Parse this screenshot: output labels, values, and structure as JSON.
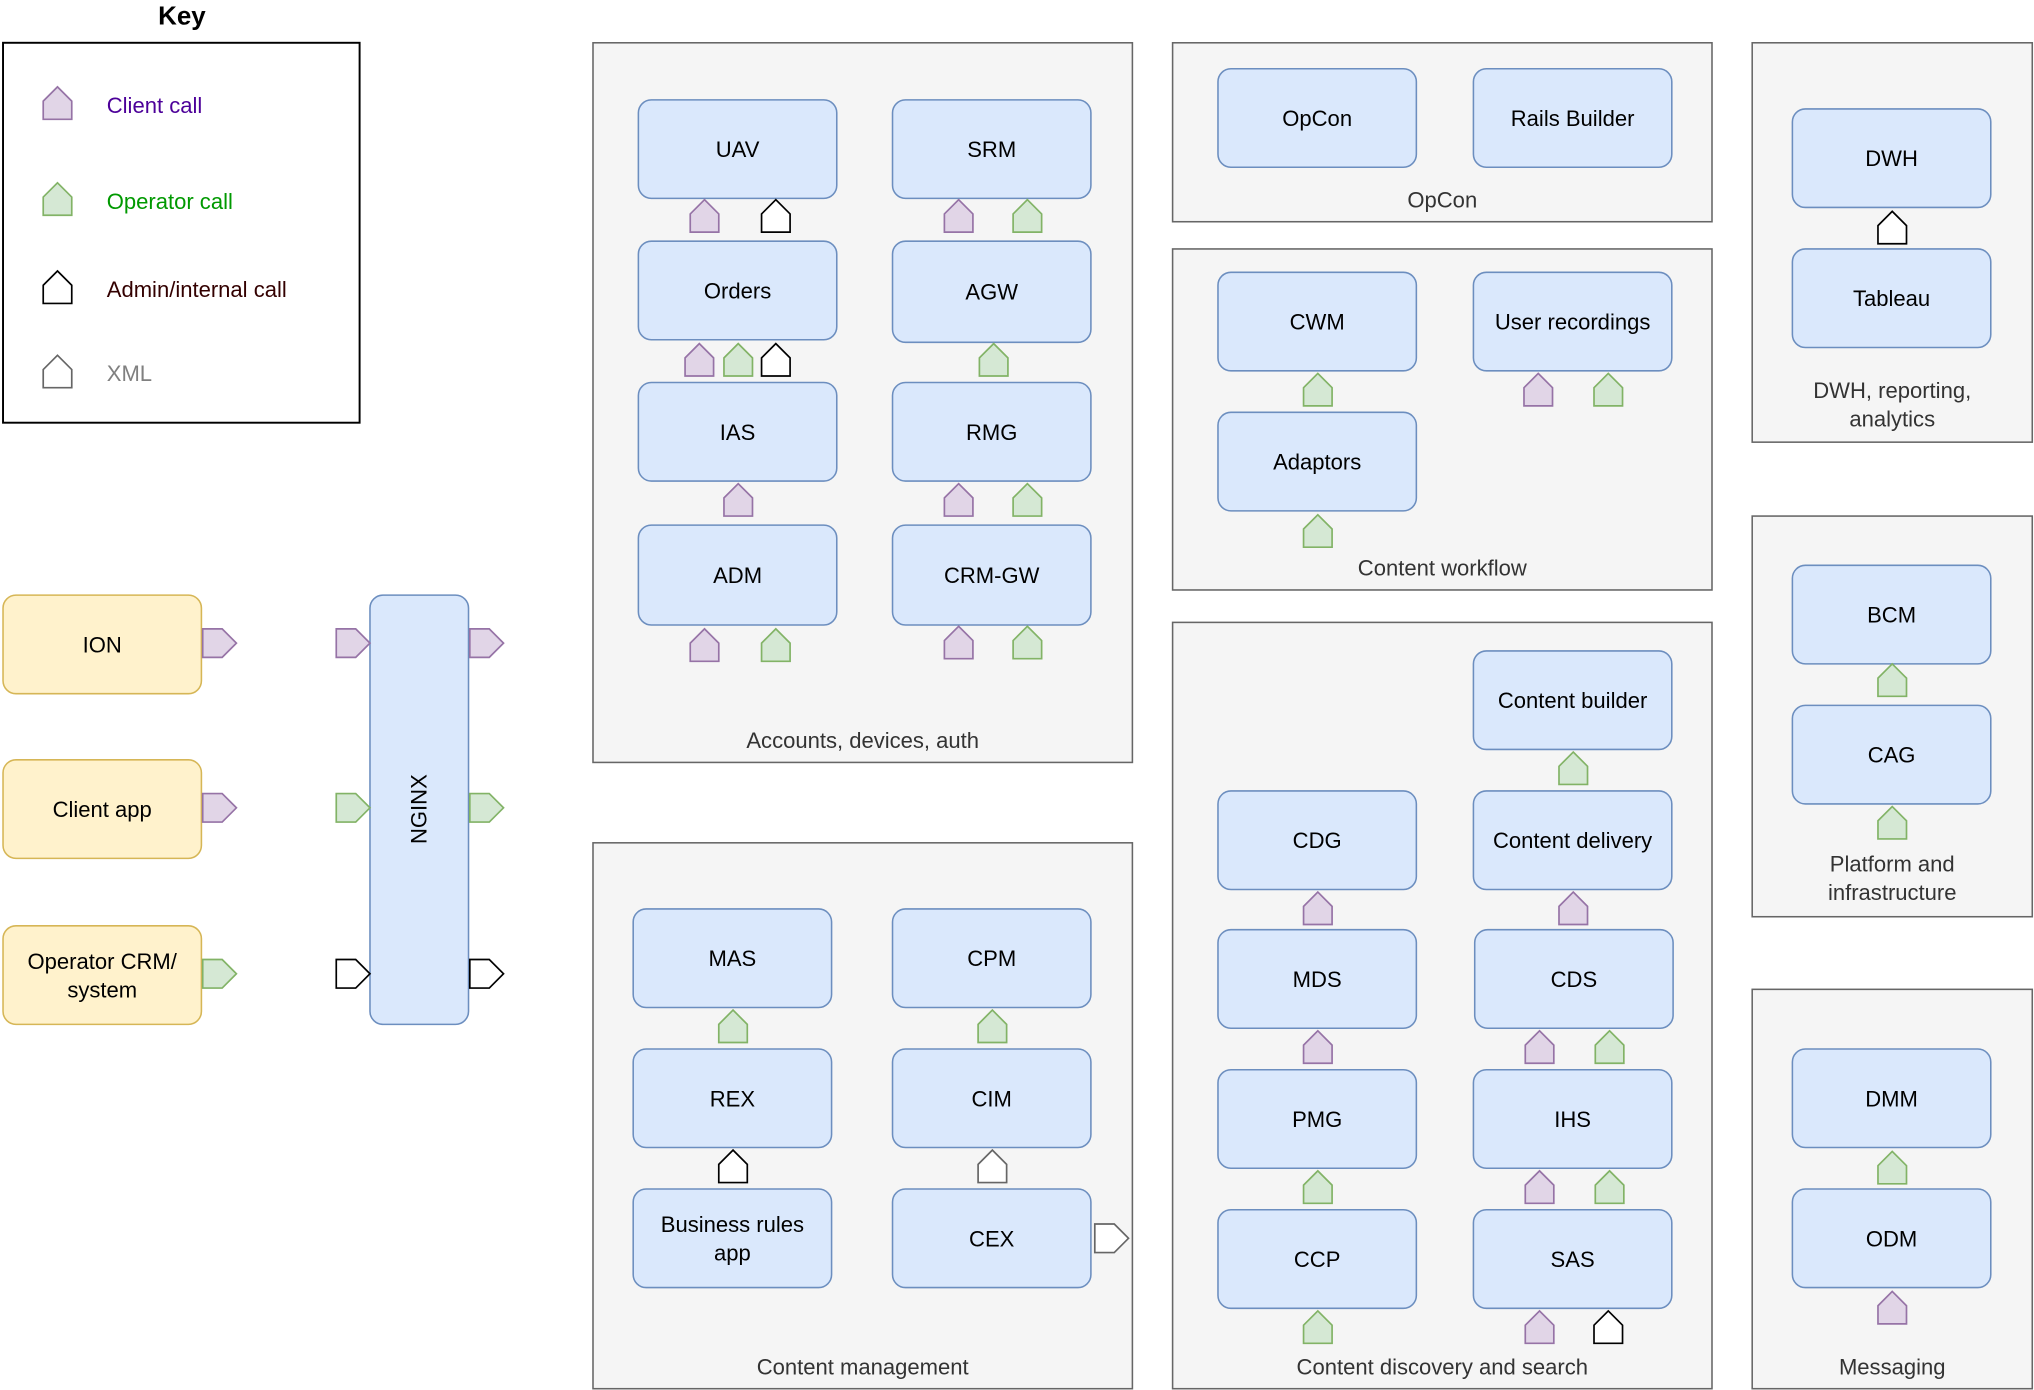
{
  "key": {
    "title": "Key",
    "items": [
      {
        "id": "client",
        "label": "Client call",
        "color": "#4c0099"
      },
      {
        "id": "operator",
        "label": "Operator call",
        "color": "#009900"
      },
      {
        "id": "admin",
        "label": "Admin/internal call",
        "color": "#330000"
      },
      {
        "id": "xml",
        "label": "XML",
        "color": "#808080"
      }
    ]
  },
  "call_types": {
    "client": {
      "fill": "#e1d5e7",
      "stroke": "#9673a6"
    },
    "operator": {
      "fill": "#d5e8d4",
      "stroke": "#82b366"
    },
    "admin": {
      "fill": "#ffffff",
      "stroke": "#000000"
    },
    "xml": {
      "fill": "#ffffff",
      "stroke": "#666666"
    }
  },
  "colors": {
    "service_fill": "#dae8fc",
    "service_stroke": "#6c8ebf",
    "external_fill": "#fff2cc",
    "external_stroke": "#d6b656",
    "group_fill": "#f5f5f5",
    "group_stroke": "#666666"
  },
  "groups": [
    {
      "id": "accounts",
      "label": "Accounts, devices, auth"
    },
    {
      "id": "content-management",
      "label": "Content management"
    },
    {
      "id": "opcon",
      "label": "OpCon"
    },
    {
      "id": "content-workflow",
      "label": "Content workflow"
    },
    {
      "id": "content-discovery",
      "label": "Content discovery and search"
    },
    {
      "id": "dwh",
      "label": "DWH, reporting, analytics"
    },
    {
      "id": "platform",
      "label": "Platform and infrastructure"
    },
    {
      "id": "messaging",
      "label": "Messaging"
    }
  ],
  "external_systems": [
    {
      "id": "ion",
      "label": "ION"
    },
    {
      "id": "client-app",
      "label": "Client app"
    },
    {
      "id": "operator-crm",
      "label": "Operator CRM/ system"
    }
  ],
  "gateway": {
    "id": "nginx",
    "label": "NGINX"
  },
  "services": [
    {
      "id": "uav",
      "label": "UAV"
    },
    {
      "id": "srm",
      "label": "SRM"
    },
    {
      "id": "orders",
      "label": "Orders"
    },
    {
      "id": "agw",
      "label": "AGW"
    },
    {
      "id": "ias",
      "label": "IAS"
    },
    {
      "id": "rmg",
      "label": "RMG"
    },
    {
      "id": "adm",
      "label": "ADM"
    },
    {
      "id": "crm-gw",
      "label": "CRM-GW"
    },
    {
      "id": "mas",
      "label": "MAS"
    },
    {
      "id": "cpm",
      "label": "CPM"
    },
    {
      "id": "rex",
      "label": "REX"
    },
    {
      "id": "cim",
      "label": "CIM"
    },
    {
      "id": "business-rules-app",
      "label": "Business rules app"
    },
    {
      "id": "cex",
      "label": "CEX"
    },
    {
      "id": "opcon-app",
      "label": "OpCon"
    },
    {
      "id": "rails-builder",
      "label": "Rails Builder"
    },
    {
      "id": "cwm",
      "label": "CWM"
    },
    {
      "id": "user-recordings",
      "label": "User recordings"
    },
    {
      "id": "adaptors",
      "label": "Adaptors"
    },
    {
      "id": "content-builder",
      "label": "Content builder"
    },
    {
      "id": "cdg",
      "label": "CDG"
    },
    {
      "id": "content-delivery",
      "label": "Content delivery"
    },
    {
      "id": "mds",
      "label": "MDS"
    },
    {
      "id": "cds",
      "label": "CDS"
    },
    {
      "id": "pmg",
      "label": "PMG"
    },
    {
      "id": "ihs",
      "label": "IHS"
    },
    {
      "id": "ccp",
      "label": "CCP"
    },
    {
      "id": "sas",
      "label": "SAS"
    },
    {
      "id": "dwh-app",
      "label": "DWH"
    },
    {
      "id": "tableau",
      "label": "Tableau"
    },
    {
      "id": "bcm",
      "label": "BCM"
    },
    {
      "id": "cag",
      "label": "CAG"
    },
    {
      "id": "dmm",
      "label": "DMM"
    },
    {
      "id": "odm",
      "label": "ODM"
    }
  ]
}
